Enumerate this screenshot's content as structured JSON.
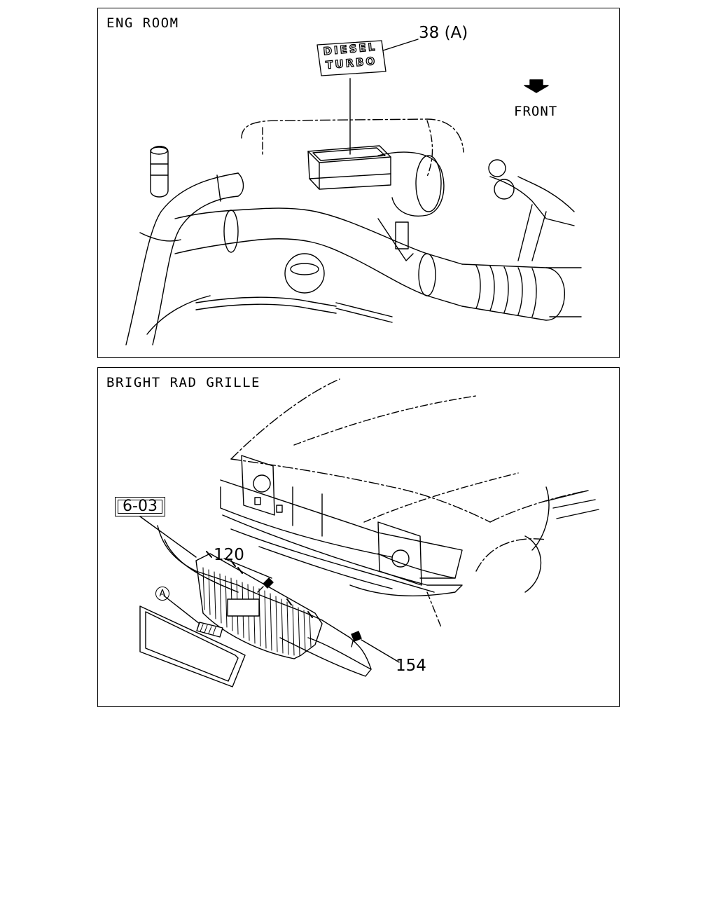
{
  "panels": {
    "eng_room": {
      "title": "ENG ROOM",
      "callout": "38 (A)",
      "direction_label": "FRONT",
      "emblem": {
        "line1": "DIESEL",
        "line2": "TURBO"
      }
    },
    "bright_rad_grille": {
      "title": "BRIGHT RAD GRILLE",
      "reference_box": "6-03",
      "marker": "A",
      "callouts": [
        "120",
        "154"
      ]
    }
  }
}
